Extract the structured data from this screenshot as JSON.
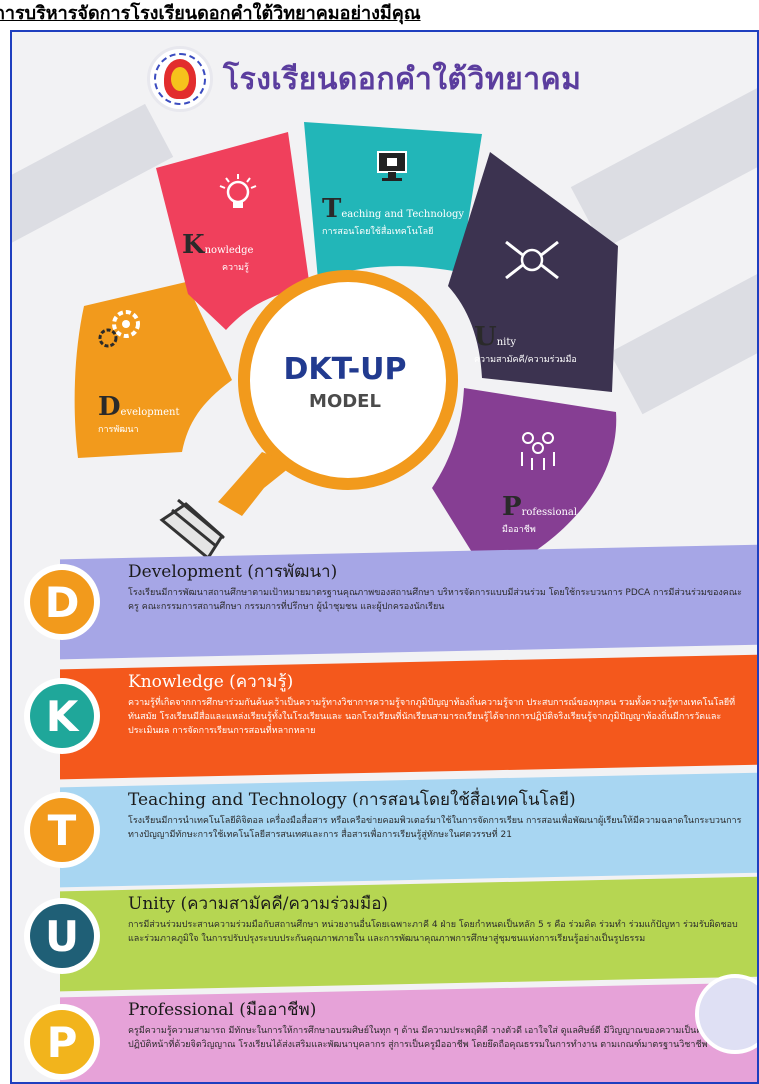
{
  "page_title": "การบริหารจัดการโรงเรียนดอกคำใต้วิทยาคมอย่างมีคุณ",
  "school": {
    "name": "โรงเรียนดอกคำใต้วิทยาคม"
  },
  "model": {
    "title": "DKT-UP",
    "subtitle": "MODEL"
  },
  "colors": {
    "orange": "#f29a1c",
    "red": "#f0405c",
    "teal": "#22b6b8",
    "dark": "#3c3350",
    "purple": "#863e93",
    "lavender": "#a6a6e6",
    "bright_orange": "#f4581c",
    "sky": "#a8d6f2",
    "lime": "#b6d652",
    "pink": "#e6a2d8"
  },
  "petals": [
    {
      "letter": "D",
      "word": "evelopment",
      "thai": "การพัฒนา",
      "icon": "gear-people-icon"
    },
    {
      "letter": "K",
      "word": "nowledge",
      "thai": "ความรู้",
      "icon": "lightbulb-icon"
    },
    {
      "letter": "T",
      "word": "eaching and Technology",
      "thai": "การสอนโดยใช้สื่อเทคโนโลยี",
      "icon": "computer-icon"
    },
    {
      "letter": "U",
      "word": "nity",
      "thai": "ความสามัคคี/ความร่วมมือ",
      "icon": "joined-hands-icon"
    },
    {
      "letter": "P",
      "word": "rofessional",
      "thai": "มืออาชีพ",
      "icon": "teamwork-icon"
    }
  ],
  "sections": [
    {
      "letter": "D",
      "title": "Development (การพัฒนา)",
      "text": "โรงเรียนมีการพัฒนาสถานศึกษาตามเป้าหมายมาตรฐานคุณภาพของสถานศึกษา บริหารจัดการแบบมีส่วนร่วม โดยใช้กระบวนการ PDCA การมีส่วนร่วมของคณะครู คณะกรรมการสถานศึกษา กรรมการที่ปรึกษา ผู้นำชุมชน และผู้ปกครองนักเรียน"
    },
    {
      "letter": "K",
      "title": "Knowledge (ความรู้)",
      "text": "ความรู้ที่เกิดจากการศึกษาร่วมกันค้นคว้าเป็นความรู้ทางวิชาการความรู้จากภูมิปัญญาท้องถิ่นความรู้จาก ประสบการณ์ของทุกคน รวมทั้งความรู้ทางเทคโนโลยีที่ทันสมัย โรงเรียนมีสื่อและแหล่งเรียนรู้ทั้งในโรงเรียนและ นอกโรงเรียนที่นักเรียนสามารถเรียนรู้ได้จากการปฏิบัติจริงเรียนรู้จากภูมิปัญญาท้องถิ่นมีการวัดและประเมินผล การจัดการเรียนการสอนที่หลากหลาย"
    },
    {
      "letter": "T",
      "title": "Teaching and Technology (การสอนโดยใช้สื่อเทคโนโลยี)",
      "text": "โรงเรียนมีการนำเทคโนโลยีดิจิตอล เครื่องมือสื่อสาร หรือเครือข่ายคอมพิวเตอร์มาใช้ในการจัดการเรียน การสอนเพื่อพัฒนาผู้เรียนให้มีความฉลาดในกระบวนการทางปัญญามีทักษะการใช้เทคโนโลยีสารสนเทศและการ สื่อสารเพื่อการเรียนรู้สู่ทักษะในศตวรรษที่ 21"
    },
    {
      "letter": "U",
      "title": "Unity (ความสามัคคี/ความร่วมมือ)",
      "text": "การมีส่วนร่วมประสานความร่วมมือกับสถานศึกษา หน่วยงานอื่นโดยเฉพาะภาคี 4 ฝ่าย โดยกำหนดเป็นหลัก 5 ร คือ ร่วมคิด ร่วมทำ ร่วมแก้ปัญหา ร่วมรับผิดชอบและร่วมภาคภูมิใจ ในการปรับปรุงระบบประกันคุณภาพภายใน และการพัฒนาคุณภาพการศึกษาสู่ชุมชนแห่งการเรียนรู้อย่างเป็นรูปธรรม"
    },
    {
      "letter": "P",
      "title": "Professional (มืออาชีพ)",
      "text": "ครูมีความรู้ความสามารถ มีทักษะในการให้การศึกษาอบรมศิษย์ในทุก ๆ ด้าน มีความประพฤติดี วางตัวดี เอาใจใส่ ดูแลศิษย์ดี มีวิญญาณของความเป็นครู และปฏิบัติหน้าที่ด้วยจิตวิญญาณ โรงเรียนได้ส่งเสริมและพัฒนาบุคลากร สู่การเป็นครูมืออาชีพ โดยยึดถือคุณธรรมในการทำงาน ตามเกณฑ์มาตรฐานวิชาชีพ"
    }
  ]
}
